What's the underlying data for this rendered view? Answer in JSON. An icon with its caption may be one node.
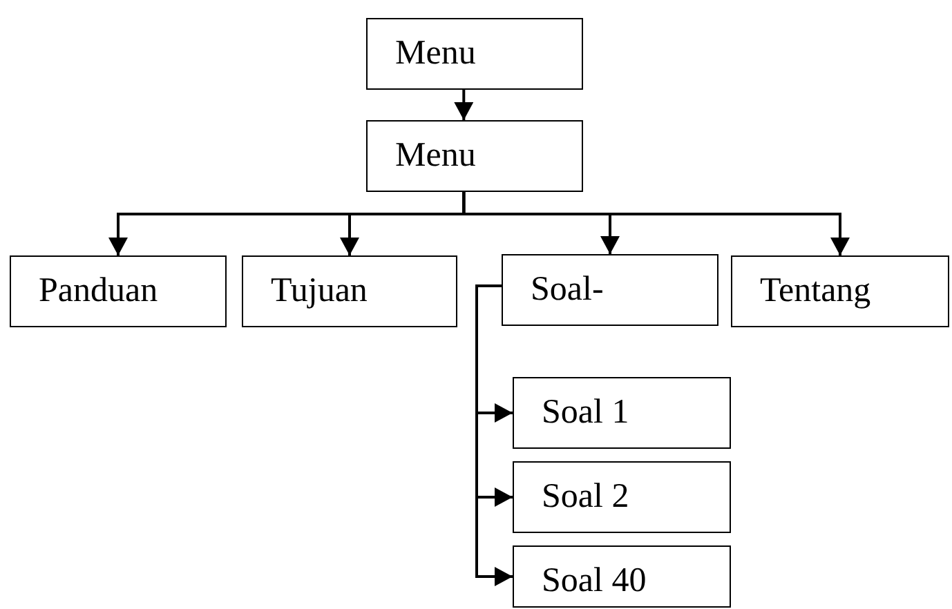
{
  "diagram": {
    "nodes": [
      {
        "text": [
          "Menu"
        ]
      },
      {
        "text": [
          "Menu"
        ]
      },
      {
        "text": [
          "Panduan"
        ]
      },
      {
        "text": [
          "Tujuan"
        ]
      },
      {
        "text": [
          "Soal-"
        ]
      },
      {
        "text": [
          "Tentang"
        ]
      },
      {
        "text": [
          "Soal 1"
        ]
      },
      {
        "text": [
          "Soal 2"
        ]
      },
      {
        "text": [
          "Soal 40"
        ]
      }
    ],
    "edges": [
      {
        "from": 0,
        "to": 1,
        "arrow": "to"
      },
      {
        "from": 1,
        "to": 2,
        "arrow": "to"
      },
      {
        "from": 1,
        "to": 3,
        "arrow": "to"
      },
      {
        "from": 1,
        "to": 4,
        "arrow": "to"
      },
      {
        "from": 1,
        "to": 5,
        "arrow": "to"
      },
      {
        "from": 4,
        "to": 6,
        "arrow": "to"
      },
      {
        "from": 4,
        "to": 7,
        "arrow": "to"
      },
      {
        "from": 4,
        "to": 8,
        "arrow": "to"
      }
    ]
  }
}
